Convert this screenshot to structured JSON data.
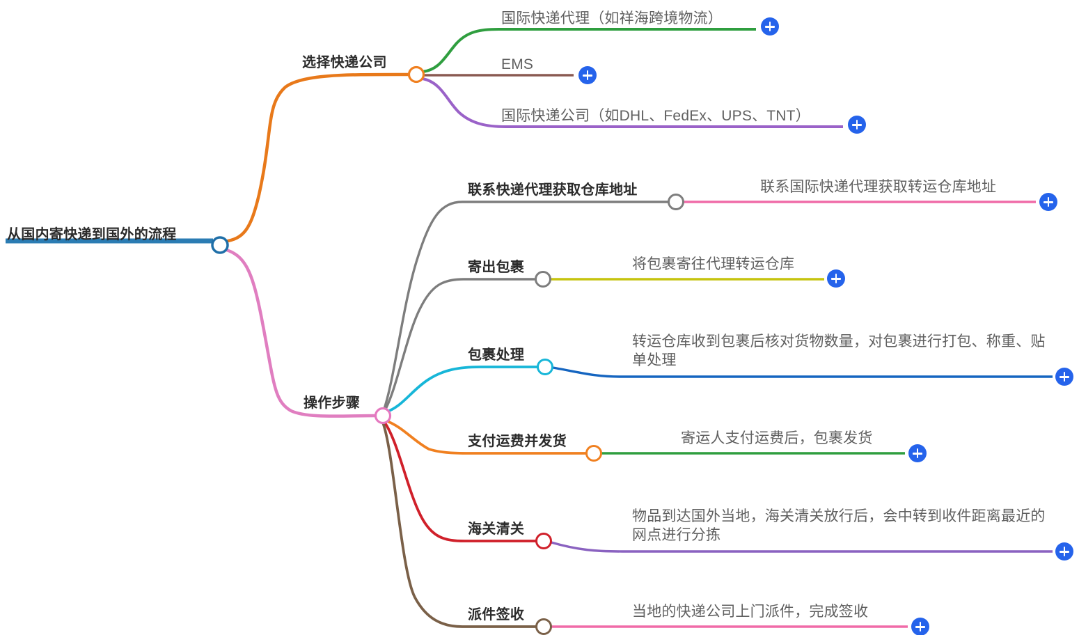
{
  "map": {
    "root": {
      "label": "从国内寄快递到国外的流程",
      "underline_color": "#2b7cb3",
      "node_color": "#1f6fa8"
    },
    "branches": [
      {
        "label": "选择快递公司",
        "node_color": "#f08020",
        "link_color": "#e8791a",
        "children": [
          {
            "label": "国际快递代理（如祥海跨境物流）",
            "link_color": "#2f9e3f",
            "add_label": "+"
          },
          {
            "label": "EMS",
            "link_color": "#8a5a52",
            "add_label": "+"
          },
          {
            "label": "国际快递公司（如DHL、FedEx、UPS、TNT）",
            "link_color": "#9a62c8",
            "add_label": "+"
          }
        ]
      },
      {
        "label": "操作步骤",
        "node_color": "#e578bf",
        "link_color": "#e07ec0",
        "children": [
          {
            "label": "联系快递代理获取仓库地址",
            "node_color": "#7d7d7d",
            "link_color": "#7d7d7d",
            "leaf": {
              "label": "联系国际快递代理获取转运仓库地址",
              "link_color": "#f06ba8",
              "add_label": "+"
            }
          },
          {
            "label": "寄出包裹",
            "node_color": "#7d7d7d",
            "link_color": "#7d7d7d",
            "leaf": {
              "label": "将包裹寄往代理转运仓库",
              "link_color": "#c6c40f",
              "add_label": "+"
            }
          },
          {
            "label": "包裹处理",
            "node_color": "#17b6d8",
            "link_color": "#17b6d8",
            "leaf": {
              "label": "转运仓库收到包裹后核对货物数量，对包裹进行打包、称重、贴单处理",
              "link_color": "#1565c0",
              "add_label": "+"
            }
          },
          {
            "label": "支付运费并发货",
            "node_color": "#f08020",
            "link_color": "#f08020",
            "leaf": {
              "label": "寄运人支付运费后，包裹发货",
              "link_color": "#2f9e3f",
              "add_label": "+"
            }
          },
          {
            "label": "海关清关",
            "node_color": "#d0202a",
            "link_color": "#d0202a",
            "leaf": {
              "label": "物品到达国外当地，海关清关放行后，会中转到收件距离最近的网点进行分拣",
              "link_color": "#8a62c0",
              "add_label": "+"
            }
          },
          {
            "label": "派件签收",
            "node_color": "#7a6048",
            "link_color": "#7a6048",
            "leaf": {
              "label": "当地的快递公司上门派件，完成签收",
              "link_color": "#f06ba8",
              "add_label": "+"
            }
          }
        ]
      }
    ]
  }
}
